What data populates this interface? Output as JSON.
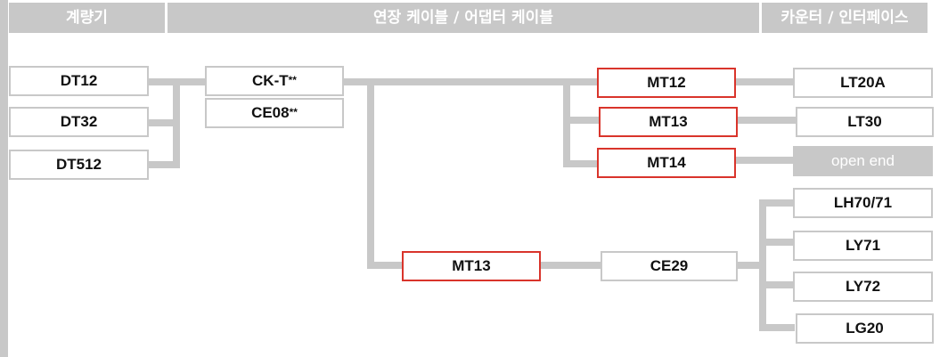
{
  "headers": {
    "meters": "계량기",
    "cables": "연장 케이블 / 어댑터 케이블",
    "counters": "카운터 / 인터페이스"
  },
  "meters": [
    "DT12",
    "DT32",
    "DT512"
  ],
  "extension": {
    "ck": "CK-T",
    "ck_suffix": "**",
    "ce": "CE08",
    "ce_suffix": "**"
  },
  "adapters": {
    "mt12": "MT12",
    "mt13": "MT13",
    "mt14": "MT14",
    "mt13b": "MT13",
    "ce29": "CE29"
  },
  "counters": [
    "LT20A",
    "LT30",
    "open end",
    "LH70/71",
    "LY71",
    "LY72",
    "LG20"
  ],
  "colors": {
    "line": "#c8c8c8",
    "highlight": "#d9342b"
  }
}
